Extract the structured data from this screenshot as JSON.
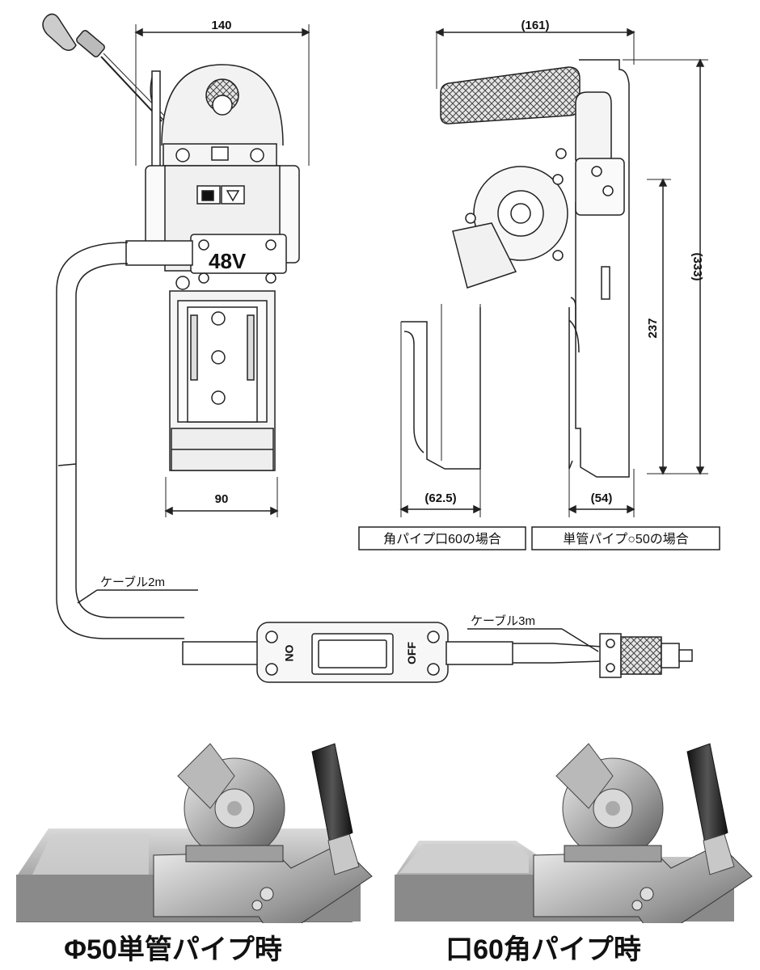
{
  "dimensions": {
    "width_front": "140",
    "base_front": "90",
    "width_side": "(161)",
    "height_total": "(333)",
    "height_inner": "237",
    "square_offset": "(62.5)",
    "round_offset": "(54)"
  },
  "labels": {
    "square_case": "角パイプ口60の場合",
    "round_case": "単管パイプ○50の場合",
    "cable_2m": "ケーブル2m",
    "cable_3m": "ケーブル3m",
    "voltage": "48V",
    "switch_on": "ON",
    "switch_off": "OFF"
  },
  "captions": {
    "left": "Φ50単管パイプ時",
    "right": "口60角パイプ時"
  }
}
